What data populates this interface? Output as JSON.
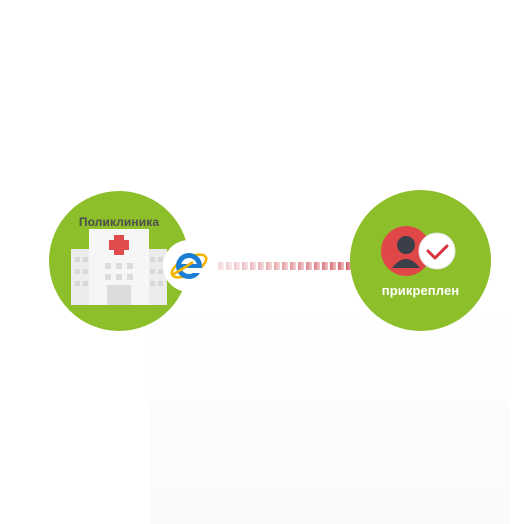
{
  "diagram": {
    "clinic_node": {
      "label": "Поликлиника",
      "icon": "hospital-icon"
    },
    "browser_badge": {
      "icon": "internet-explorer-icon"
    },
    "connector": {
      "style": "dashed-gradient",
      "icon": "connection-line"
    },
    "attached_node": {
      "label": "прикреплен",
      "icon": "user-icon",
      "status_icon": "checkmark-icon"
    }
  },
  "colors": {
    "node_green": "#8dbf2a",
    "clinic_label": "#4e4e4e",
    "attached_label": "#ffffff",
    "building_white": "#ececec",
    "cross_red": "#e24b4b",
    "browser_blue": "#1a7fd4",
    "browser_ring": "#f6b400",
    "connector_light": "#f0cfd2",
    "connector_dark": "#c9323e",
    "user_circle_red": "#e04848",
    "user_silhouette": "#3a3f4a",
    "check_red": "#d8333f"
  }
}
